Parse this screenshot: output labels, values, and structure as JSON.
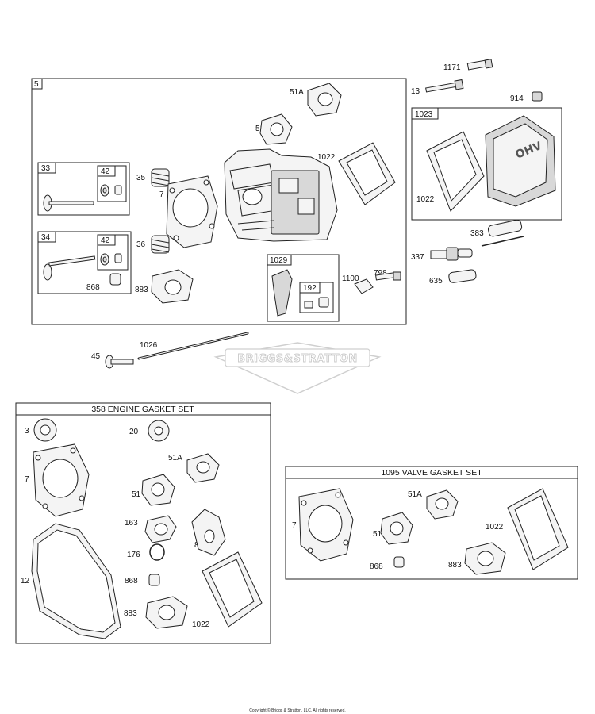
{
  "watermark": "BRIGGS&STRATTON",
  "copyright": "Copyright © Briggs & Stratton, LLC. All rights reserved.",
  "groups": {
    "head_assembly": "5",
    "valve_exhaust": "33",
    "valve_intake": "34",
    "valve_keeper_a": "42",
    "valve_keeper_b": "42",
    "rocker_assembly": "1029",
    "rocker_nut": "192",
    "valve_cover": "1023",
    "engine_gasket_set": "358 ENGINE GASKET SET",
    "valve_gasket_set": "1095 VALVE GASKET SET"
  },
  "callouts": {
    "c1171": "1171",
    "c13": "13",
    "c914": "914",
    "c51a_top": "51A",
    "c51_top": "51",
    "c1022_head": "1022",
    "c35": "35",
    "c7_head": "7",
    "c36": "36",
    "c883_head": "883",
    "c868_head": "868",
    "c1100": "1100",
    "c798": "798",
    "c1022_cover": "1022",
    "c383": "383",
    "c337": "337",
    "c635": "635",
    "c45": "45",
    "c1026": "1026",
    "e3": "3",
    "e20": "20",
    "e7": "7",
    "e51a": "51A",
    "e51": "51",
    "e163": "163",
    "e883a": "883A",
    "e176": "176",
    "e12": "12",
    "e868": "868",
    "e883": "883",
    "e1022": "1022",
    "v7": "7",
    "v51a": "51A",
    "v51": "51",
    "v1022": "1022",
    "v868": "868",
    "v883": "883"
  }
}
